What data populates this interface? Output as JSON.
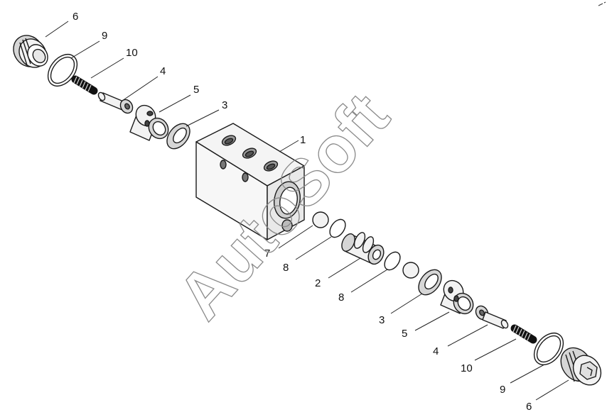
{
  "watermark": "AutoSoft",
  "callouts": [
    {
      "id": "c6a",
      "label": "6"
    },
    {
      "id": "c9a",
      "label": "9"
    },
    {
      "id": "c10a",
      "label": "10"
    },
    {
      "id": "c4a",
      "label": "4"
    },
    {
      "id": "c5a",
      "label": "5"
    },
    {
      "id": "c3a",
      "label": "3"
    },
    {
      "id": "c1",
      "label": "1"
    },
    {
      "id": "c7",
      "label": "7"
    },
    {
      "id": "c8a",
      "label": "8"
    },
    {
      "id": "c2",
      "label": "2"
    },
    {
      "id": "c8b",
      "label": "8"
    },
    {
      "id": "c3b",
      "label": "3"
    },
    {
      "id": "c5b",
      "label": "5"
    },
    {
      "id": "c4b",
      "label": "4"
    },
    {
      "id": "c10b",
      "label": "10"
    },
    {
      "id": "c9b",
      "label": "9"
    },
    {
      "id": "c6b",
      "label": "6"
    }
  ]
}
